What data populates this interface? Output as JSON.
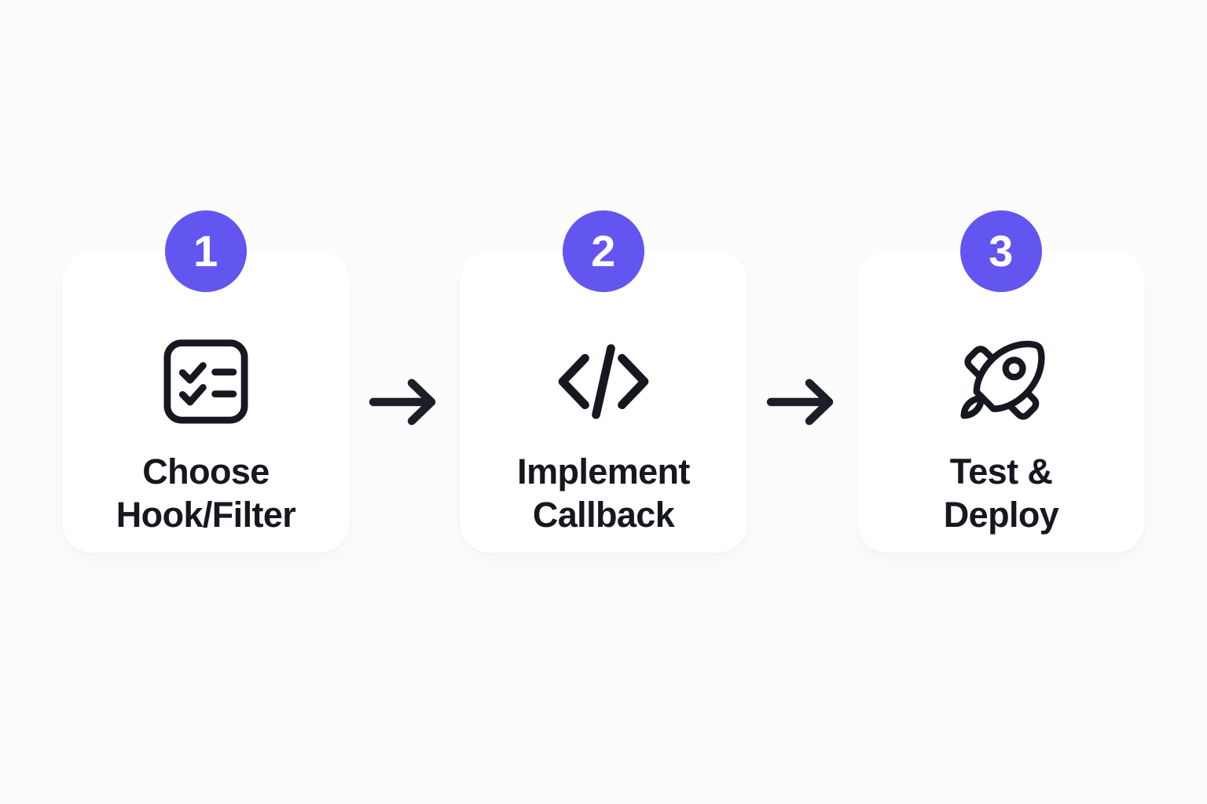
{
  "theme": {
    "background": "#fcfcfd",
    "card_background": "#ffffff",
    "badge_color": "#6355f0",
    "badge_text_color": "#ffffff",
    "icon_color": "#16181f",
    "label_color": "#16181f",
    "arrow_color": "#1d1f28"
  },
  "flow": {
    "steps": [
      {
        "number": "1",
        "icon": "checklist-icon",
        "label": "Choose\nHook/Filter"
      },
      {
        "number": "2",
        "icon": "code-brackets-icon",
        "label": "Implement\nCallback"
      },
      {
        "number": "3",
        "icon": "rocket-icon",
        "label": "Test &\nDeploy"
      }
    ],
    "connectors": [
      {
        "icon": "arrow-right-icon"
      },
      {
        "icon": "arrow-right-icon"
      }
    ]
  }
}
